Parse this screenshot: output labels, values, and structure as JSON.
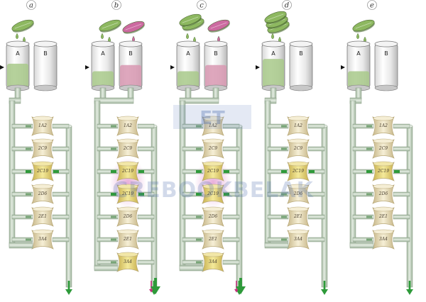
{
  "colors": {
    "background": "#ffffff",
    "pipe": "#c9d7c6",
    "pipe_edge": "#8aa088",
    "green_liquid": "#a8c98a",
    "pink_liquid": "#d898b2",
    "green_pill": "#8db860",
    "pink_pill": "#cc6aa0",
    "enzyme": "#efe6c2",
    "enzyme_edge": "#b8a878",
    "enzyme_active": "#e8d878",
    "flow_green": "#2e9a3a",
    "flow_pink": "#c0307a",
    "highlight_pink": "#e6a6d6"
  },
  "panels": [
    {
      "letter": "a",
      "tank_a": "A",
      "tank_b": "B",
      "enzymes": [
        "1A2",
        "2C9",
        "2C19",
        "2D6",
        "2E1",
        "3A4"
      ]
    },
    {
      "letter": "b",
      "tank_a": "A",
      "tank_b": "B",
      "enzymes": [
        "1A2",
        "2C9",
        "2C19",
        "2C19",
        "2D6",
        "2E1",
        "3A4"
      ]
    },
    {
      "letter": "c",
      "tank_a": "A",
      "tank_b": "B",
      "enzymes": [
        "1A2",
        "2C9",
        "2C19",
        "2C19",
        "2D6",
        "2E1",
        "3A4"
      ]
    },
    {
      "letter": "d",
      "tank_a": "A",
      "tank_b": "B",
      "enzymes": [
        "1A2",
        "2C9",
        "2C19",
        "2D6",
        "2E1",
        "3A4"
      ]
    },
    {
      "letter": "e",
      "tank_a": "A",
      "tank_b": "B",
      "enzymes": [
        "1A2",
        "2C9",
        "2C19",
        "2D6",
        "2E1",
        "3A4"
      ]
    }
  ],
  "watermark": {
    "text": "ET",
    "sub": "CREBOOKBELAK"
  }
}
